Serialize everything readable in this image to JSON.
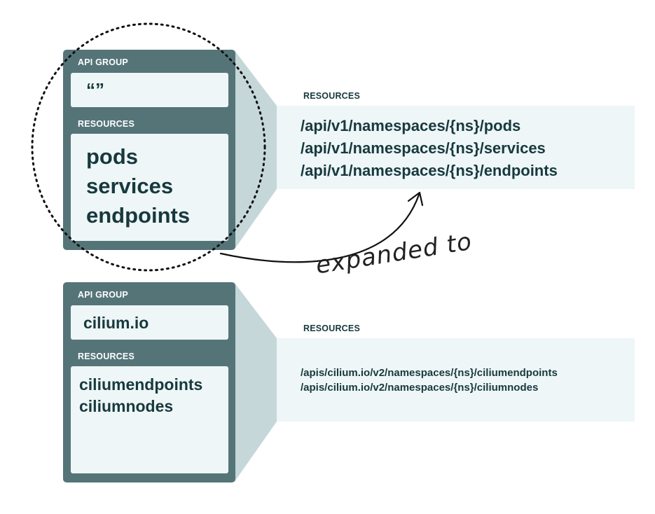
{
  "upper": {
    "api_group_label": "API GROUP",
    "api_group_value": "“”",
    "resources_label": "RESOURCES",
    "resources": [
      "pods",
      "services",
      "endpoints"
    ]
  },
  "upper_expanded": {
    "title": "RESOURCES",
    "paths": [
      "/api/v1/namespaces/{ns}/pods",
      "/api/v1/namespaces/{ns}/services",
      "/api/v1/namespaces/{ns}/endpoints"
    ]
  },
  "annotation": "expanded to",
  "lower": {
    "api_group_label": "API GROUP",
    "api_group_value": "cilium.io",
    "resources_label": "RESOURCES",
    "resources": [
      "ciliumendpoints",
      "ciliumnodes"
    ]
  },
  "lower_expanded": {
    "title": "RESOURCES",
    "paths": [
      "/apis/cilium.io/v2/namespaces/{ns}/ciliumendpoints",
      "/apis/cilium.io/v2/namespaces/{ns}/ciliumnodes"
    ]
  },
  "colors": {
    "card": "#557478",
    "box": "#eef6f7",
    "projection": "#c5d7d9",
    "text": "#17393e"
  }
}
